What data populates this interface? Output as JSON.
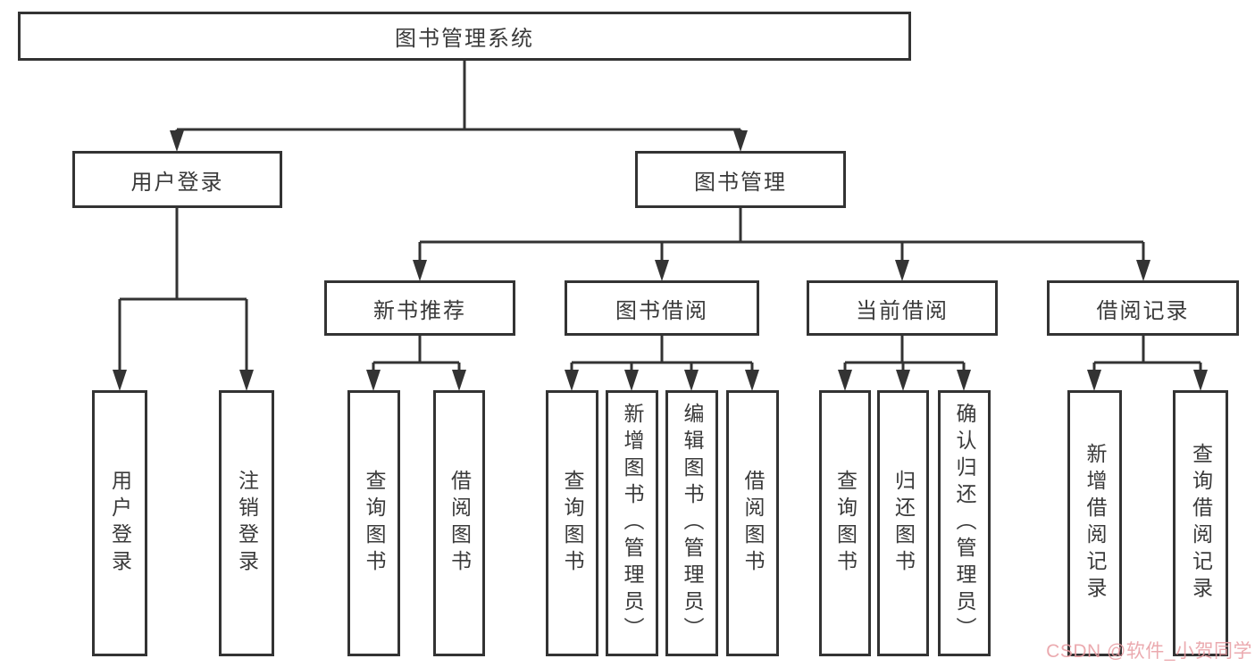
{
  "diagram": {
    "root": {
      "label": "图书管理系统"
    },
    "branches": [
      {
        "label": "用户登录",
        "children": [
          {
            "label": "用户登录"
          },
          {
            "label": "注销登录"
          }
        ]
      },
      {
        "label": "图书管理",
        "children": [
          {
            "label": "新书推荐",
            "children": [
              {
                "label": "查询图书"
              },
              {
                "label": "借阅图书"
              }
            ]
          },
          {
            "label": "图书借阅",
            "children": [
              {
                "label": "查询图书"
              },
              {
                "label": "新增图书（管理员）"
              },
              {
                "label": "编辑图书（管理员）"
              },
              {
                "label": "借阅图书"
              }
            ]
          },
          {
            "label": "当前借阅",
            "children": [
              {
                "label": "查询图书"
              },
              {
                "label": "归还图书"
              },
              {
                "label": "确认归还（管理员）"
              }
            ]
          },
          {
            "label": "借阅记录",
            "children": [
              {
                "label": "新增借阅记录"
              },
              {
                "label": "查询借阅记录"
              }
            ]
          }
        ]
      }
    ]
  },
  "watermark": {
    "text": "CSDN @软件_小贺同学",
    "color": "#e89ba1"
  },
  "colors": {
    "line": "#333333",
    "box_border": "#333333",
    "text": "#3a3a3a",
    "background": "#ffffff"
  }
}
